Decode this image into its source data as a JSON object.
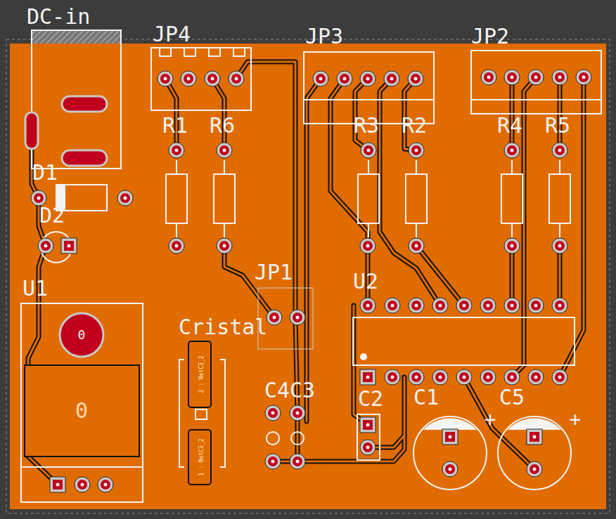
{
  "diagram": {
    "labels": [
      "DC-in",
      "JP4",
      "JP3",
      "JP2",
      "R1",
      "R6",
      "R3",
      "R2",
      "R4",
      "R5",
      "D1",
      "D2",
      "U1",
      "JP1",
      "U2",
      "Cristal",
      "C4",
      "C3",
      "C2",
      "C1",
      "C5",
      "+",
      "+",
      "0",
      "0",
      "2 : NetC3_2",
      "1 : NetC3_2"
    ]
  }
}
